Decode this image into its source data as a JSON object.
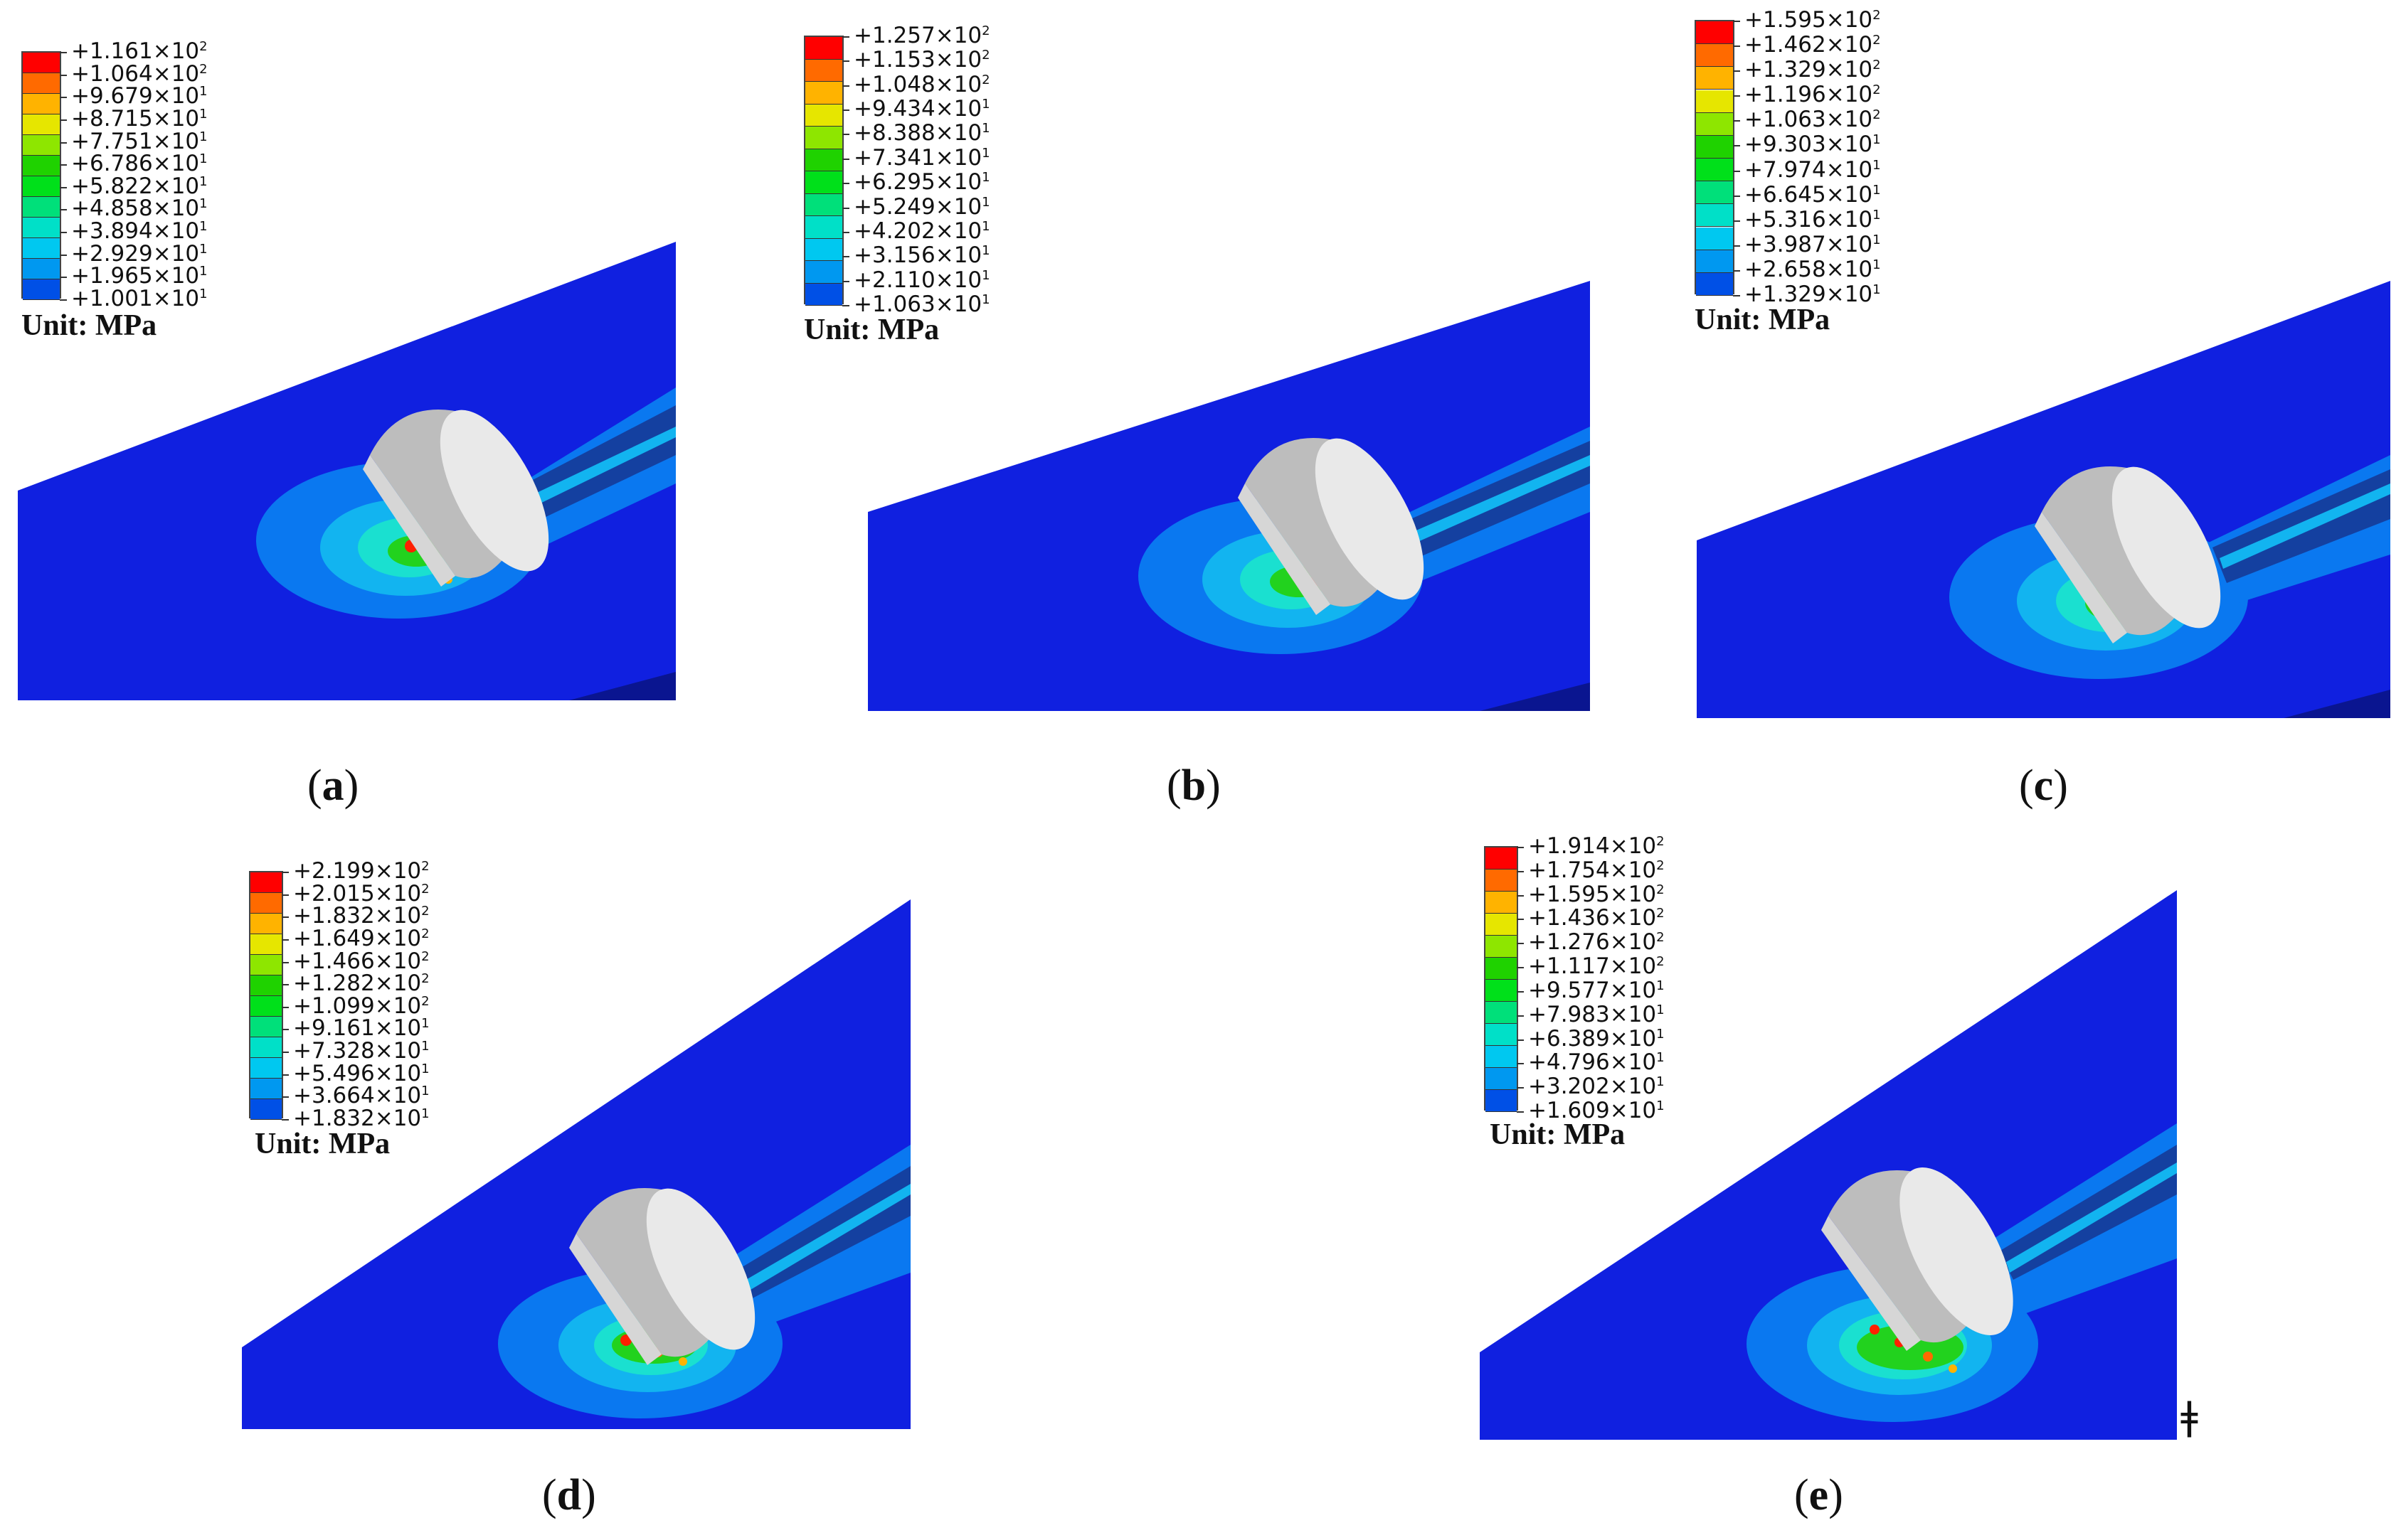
{
  "panels": [
    {
      "id": "a",
      "caption_open": "(",
      "caption_letter": "a",
      "caption_close": ")",
      "unit_label": "Unit: MPa",
      "legend_values": [
        "+1.161×10",
        "+1.064×10",
        "+9.679×10",
        "+8.715×10",
        "+7.751×10",
        "+6.786×10",
        "+5.822×10",
        "+4.858×10",
        "+3.894×10",
        "+2.929×10",
        "+1.965×10",
        "+1.001×10"
      ],
      "legend_exponents": [
        "2",
        "2",
        "1",
        "1",
        "1",
        "1",
        "1",
        "1",
        "1",
        "1",
        "1",
        "1"
      ]
    },
    {
      "id": "b",
      "caption_open": "(",
      "caption_letter": "b",
      "caption_close": ")",
      "unit_label": "Unit: MPa",
      "legend_values": [
        "+1.257×10",
        "+1.153×10",
        "+1.048×10",
        "+9.434×10",
        "+8.388×10",
        "+7.341×10",
        "+6.295×10",
        "+5.249×10",
        "+4.202×10",
        "+3.156×10",
        "+2.110×10",
        "+1.063×10"
      ],
      "legend_exponents": [
        "2",
        "2",
        "2",
        "1",
        "1",
        "1",
        "1",
        "1",
        "1",
        "1",
        "1",
        "1"
      ]
    },
    {
      "id": "c",
      "caption_open": "(",
      "caption_letter": "c",
      "caption_close": ")",
      "unit_label": "Unit: MPa",
      "legend_values": [
        "+1.595×10",
        "+1.462×10",
        "+1.329×10",
        "+1.196×10",
        "+1.063×10",
        "+9.303×10",
        "+7.974×10",
        "+6.645×10",
        "+5.316×10",
        "+3.987×10",
        "+2.658×10",
        "+1.329×10"
      ],
      "legend_exponents": [
        "2",
        "2",
        "2",
        "2",
        "2",
        "1",
        "1",
        "1",
        "1",
        "1",
        "1",
        "1"
      ]
    },
    {
      "id": "d",
      "caption_open": "(",
      "caption_letter": "d",
      "caption_close": ")",
      "unit_label": "Unit: MPa",
      "legend_values": [
        "+2.199×10",
        "+2.015×10",
        "+1.832×10",
        "+1.649×10",
        "+1.466×10",
        "+1.282×10",
        "+1.099×10",
        "+9.161×10",
        "+7.328×10",
        "+5.496×10",
        "+3.664×10",
        "+1.832×10"
      ],
      "legend_exponents": [
        "2",
        "2",
        "2",
        "2",
        "2",
        "2",
        "2",
        "1",
        "1",
        "1",
        "1",
        "1"
      ]
    },
    {
      "id": "e",
      "caption_open": "(",
      "caption_letter": "e",
      "caption_close": ")",
      "unit_label": "Unit: MPa",
      "legend_values": [
        "+1.914×10",
        "+1.754×10",
        "+1.595×10",
        "+1.436×10",
        "+1.276×10",
        "+1.117×10",
        "+9.577×10",
        "+7.983×10",
        "+6.389×10",
        "+4.796×10",
        "+3.202×10",
        "+1.609×10"
      ],
      "legend_exponents": [
        "2",
        "2",
        "2",
        "2",
        "2",
        "2",
        "1",
        "1",
        "1",
        "1",
        "1",
        "1"
      ]
    }
  ],
  "legend_colors": [
    "#ff0000",
    "#ff6a00",
    "#ffb300",
    "#e6e600",
    "#8ee600",
    "#1fd200",
    "#00e01a",
    "#00e07a",
    "#00e0c8",
    "#00c8f0",
    "#0098f0",
    "#0050e6"
  ],
  "colors": {
    "plate": "#1020e0",
    "plate_edge": "#0a1590",
    "contour_1": "#0a78f0",
    "contour_2": "#12b4f0",
    "contour_3": "#1ae0d0",
    "contour_4": "#22e07a",
    "contour_5": "#22d21e",
    "hot": "#ff2000",
    "groove": "#1440a0",
    "cutter": "#e9e9e9",
    "cutter_shade": "#bdbdbd"
  },
  "stray_mark": "ǂ"
}
